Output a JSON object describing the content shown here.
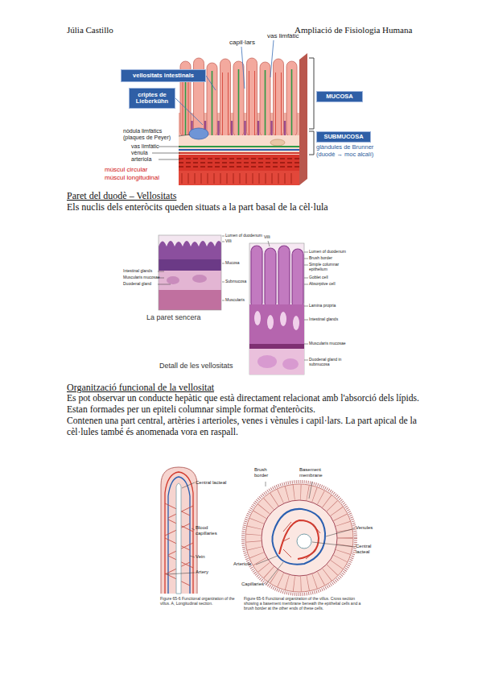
{
  "diagram": {
    "nodes": [
      {
        "text": [
          "vellositats intestinals"
        ]
      },
      {
        "text": [
          "criptes de Lieberkühn"
        ]
      },
      {
        "text": [
          "MUCOSA"
        ]
      },
      {
        "text": [
          "SUBMUCOSA"
        ]
      }
    ],
    "labels": [
      "Júlia Castillo",
      "Ampliació de Fisiologia Humana",
      "capil·lars",
      "vas limfàtic",
      "glàndules de Brunner (duodè → moc alcalí)",
      "nòdula limfàtics (plaques de Peyer)",
      "vas limfàtic",
      "vènula",
      "arteriola",
      "múscul circular",
      "múscul longitudinal",
      "Paret del duodè – Vellositats",
      "Els nuclis dels enteròcits queden situats a la part basal de la cèl·lula",
      "Lumen of duodenum",
      "Villi",
      "Mucosa",
      "Submucosa",
      "Muscularis",
      "Intestinal glands",
      "Muscularis mucosae",
      "Duodenal gland",
      "La paret sencera",
      "Villi",
      "Lumen of duodenum",
      "Brush border",
      "Simple columnar epithelium",
      "Goblet cell",
      "Absorptive cell",
      "Lamina propria",
      "Intestinal glands",
      "Muscularis mucosae",
      "Duodenal gland in submucosa",
      "Detall de les vellositats",
      "Organització funcional de la vellositat",
      "Es pot observar un conducte hepàtic que està directament relacionat amb l'absorció dels lípids. Estan formades per un epiteli columnar simple format d'enteròcits.",
      "Contenen una part central, artèries i arterioles, venes i vènules i capil·lars. La part apical de la cèl·lules també és anomenada vora en raspall.",
      "Central lacteal",
      "Blood capillaries",
      "Vein",
      "Artery",
      "Figure 65-6 Functional organization of the villus. A, Longitudinal section.",
      "Brush border",
      "Basement membrane",
      "Venules",
      "Central lacteal",
      "Arteriole",
      "Capillaries",
      "Figure 65-6 Functional organization of the villus. Cross section showing a basement membrane beneath the epithelial cells and a brush border at the other ends of these cells."
    ]
  }
}
